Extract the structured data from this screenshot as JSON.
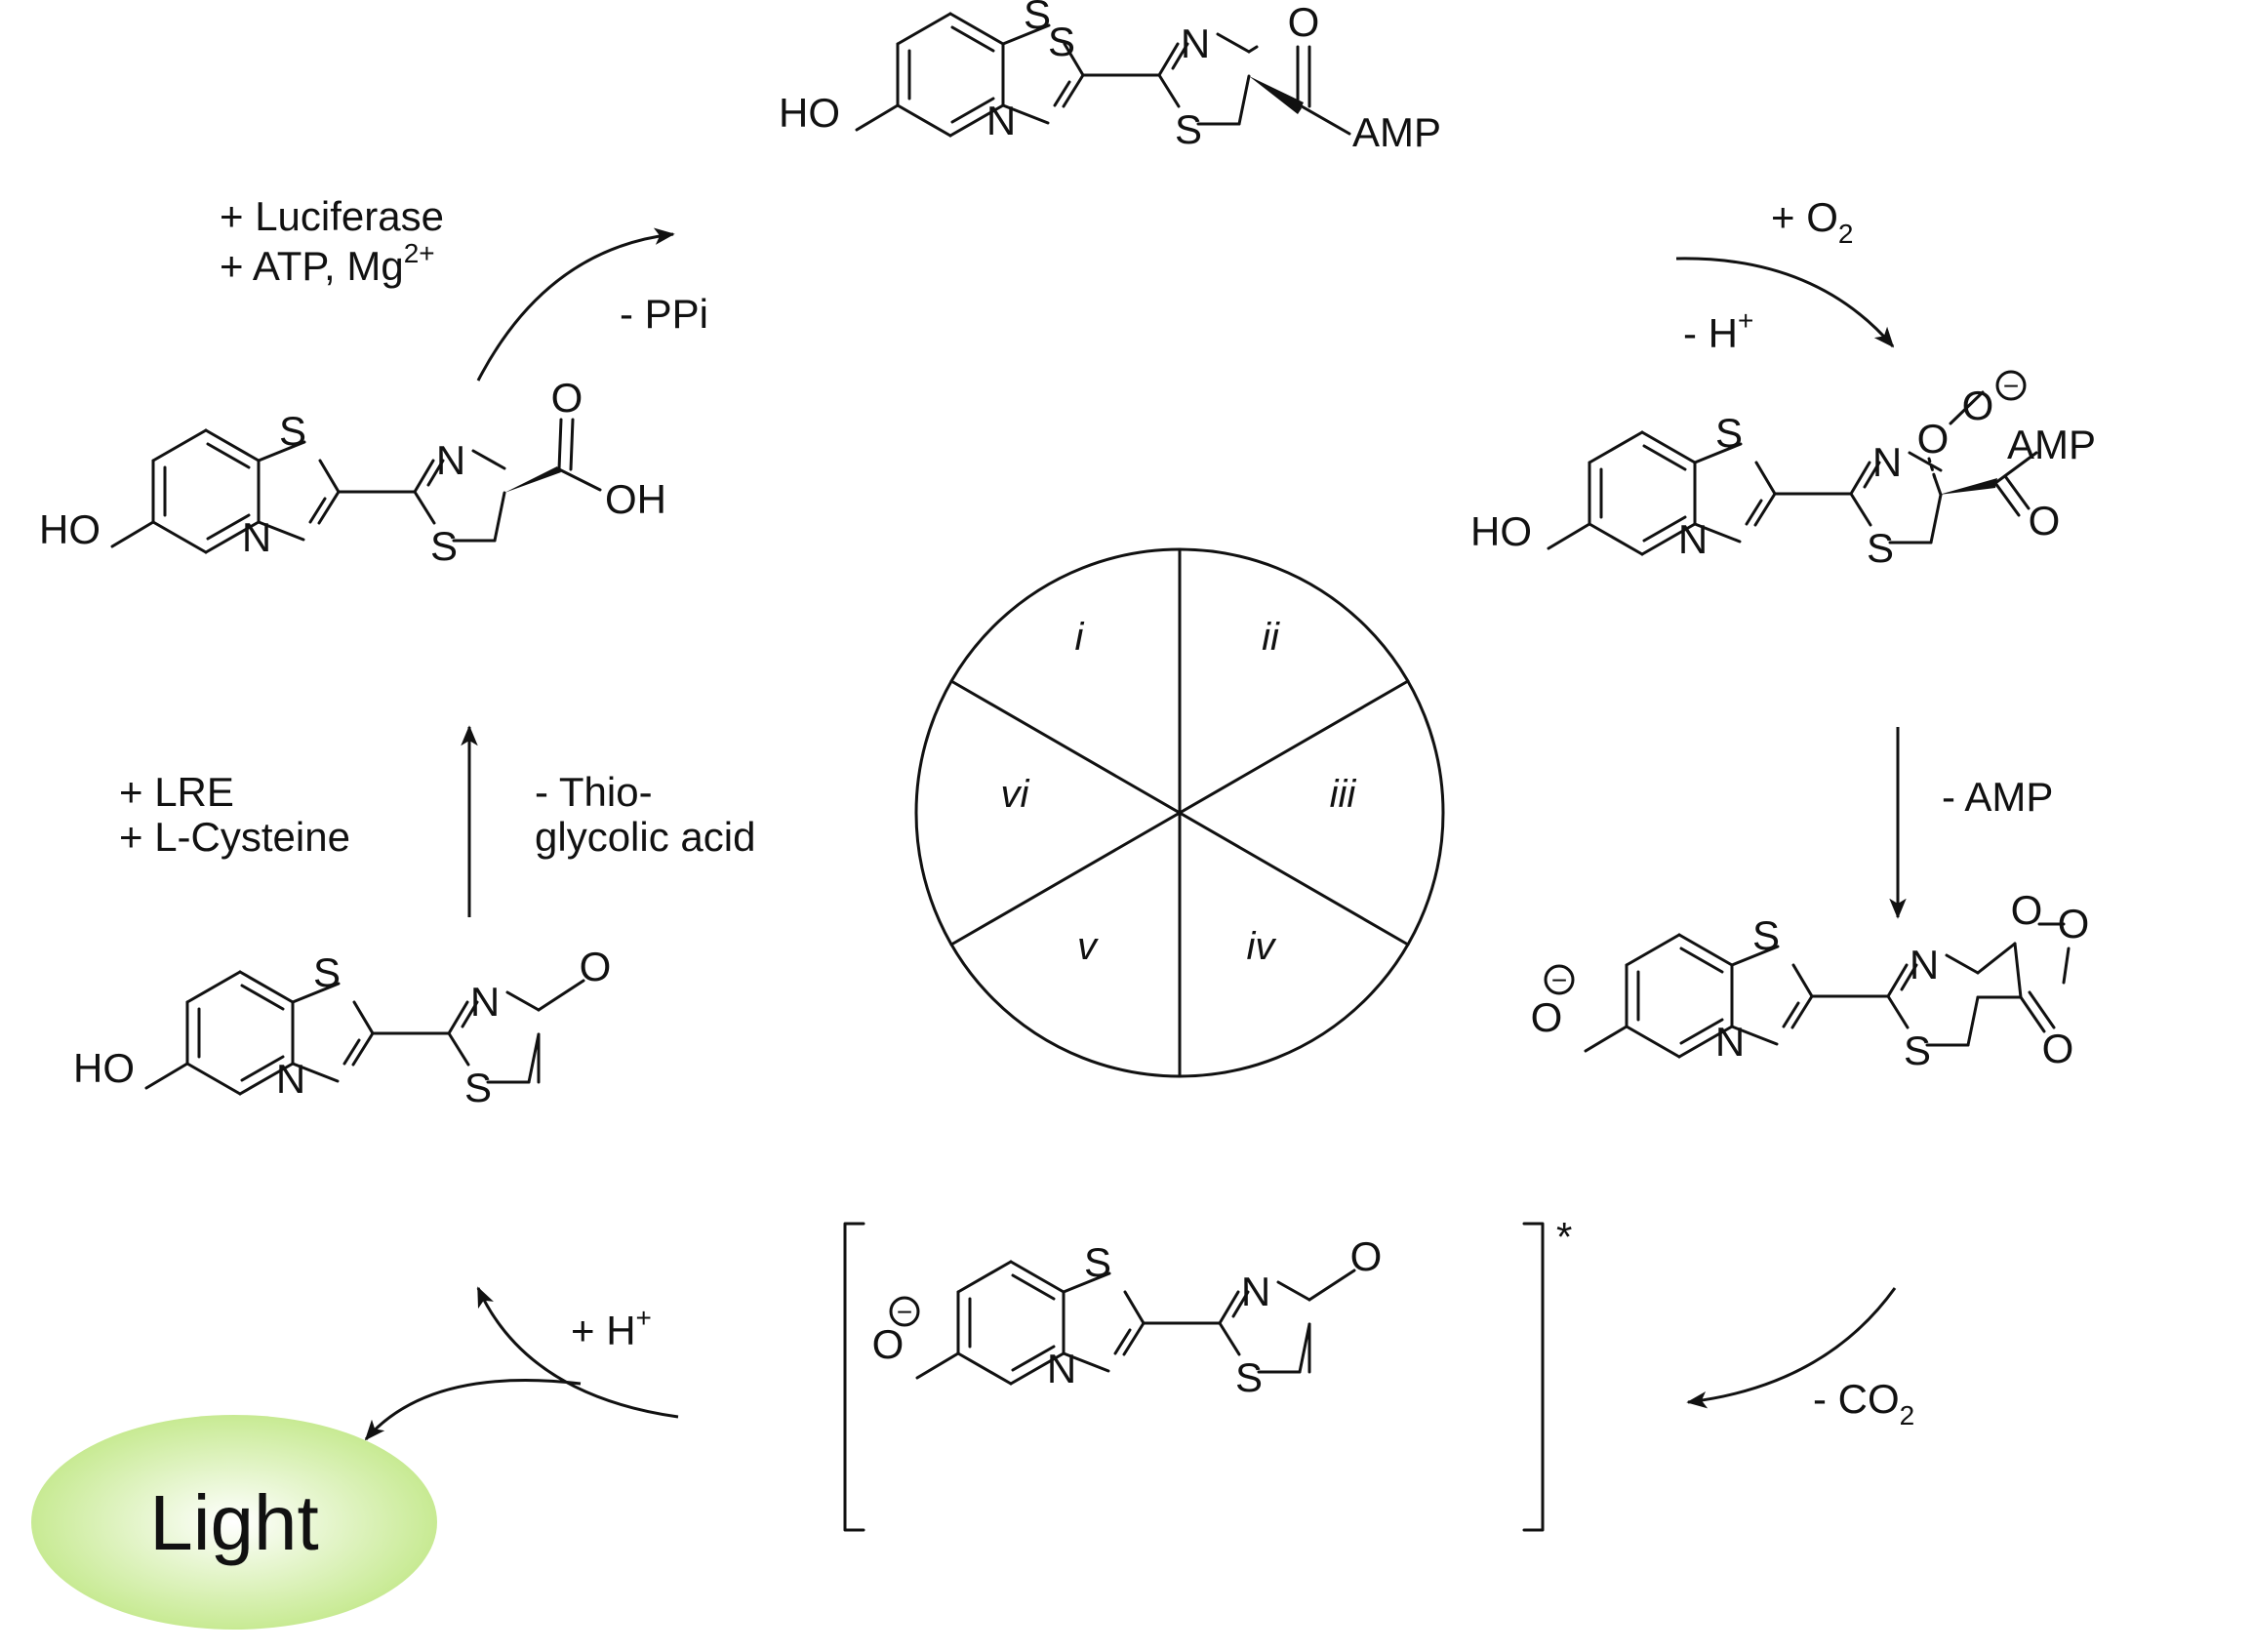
{
  "atoms": {
    "ho": "HO",
    "s": "S",
    "n": "N",
    "o": "O",
    "oh": "OH",
    "amp": "AMP"
  },
  "charges": {
    "minus": "−"
  },
  "reagents": {
    "step1_line1": "+ Luciferase",
    "step1_line2": "+ ATP, Mg",
    "step1_line2_sup": "2+",
    "step1_byproduct": "- PPi",
    "step2_o2": "+ O",
    "step2_o2_sub": "2",
    "step2_h": "- H",
    "step2_h_sup": "+",
    "step3": "- AMP",
    "step4": "- CO",
    "step4_sub": "2",
    "step5": "+ H",
    "step5_sup": "+",
    "step6_line1": "+ LRE",
    "step6_line2": "+ L-Cysteine",
    "step6_by_line1": "- Thio-",
    "step6_by_line2": "glycolic acid"
  },
  "excited_mark": "*",
  "light_label": "Light",
  "wheel_labels": [
    "i",
    "ii",
    "iii",
    "iv",
    "v",
    "vi"
  ],
  "colors": {
    "light_ellipse_center": "#ffffff",
    "light_ellipse_edge": "#c2e888"
  }
}
